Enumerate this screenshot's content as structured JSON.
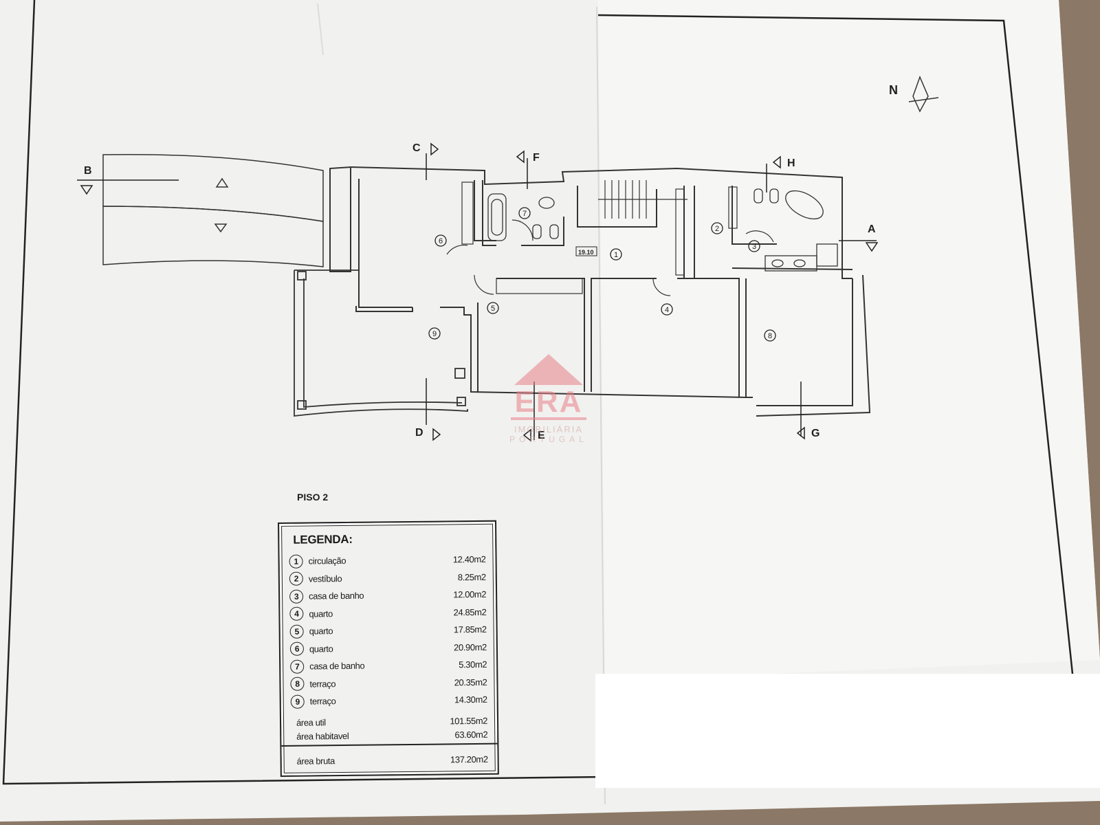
{
  "plan": {
    "floor_label": "PISO 2",
    "north_label": "N",
    "stair_level": "19.10",
    "section_markers": [
      "A",
      "B",
      "C",
      "D",
      "E",
      "F",
      "G",
      "H"
    ],
    "room_numbers": [
      "1",
      "2",
      "3",
      "4",
      "5",
      "6",
      "7",
      "8",
      "9"
    ]
  },
  "legend": {
    "title": "LEGENDA:",
    "rooms": [
      {
        "num": "1",
        "name": "circulação",
        "area": "12.40m2"
      },
      {
        "num": "2",
        "name": "vestíbulo",
        "area": "8.25m2"
      },
      {
        "num": "3",
        "name": "casa de banho",
        "area": "12.00m2"
      },
      {
        "num": "4",
        "name": "quarto",
        "area": "24.85m2"
      },
      {
        "num": "5",
        "name": "quarto",
        "area": "17.85m2"
      },
      {
        "num": "6",
        "name": "quarto",
        "area": "20.90m2"
      },
      {
        "num": "7",
        "name": "casa de banho",
        "area": "5.30m2"
      },
      {
        "num": "8",
        "name": "terraço",
        "area": "20.35m2"
      },
      {
        "num": "9",
        "name": "terraço",
        "area": "14.30m2"
      }
    ],
    "totals": [
      {
        "name": "área util",
        "area": "101.55m2"
      },
      {
        "name": "área habitavel",
        "area": "63.60m2"
      }
    ],
    "gross": {
      "name": "área bruta",
      "area": "137.20m2"
    }
  },
  "watermark": {
    "brand": "ERA",
    "line1": "IMOBILIÁRIA",
    "line2": "PORTUGAL",
    "color": "#e8828a"
  }
}
